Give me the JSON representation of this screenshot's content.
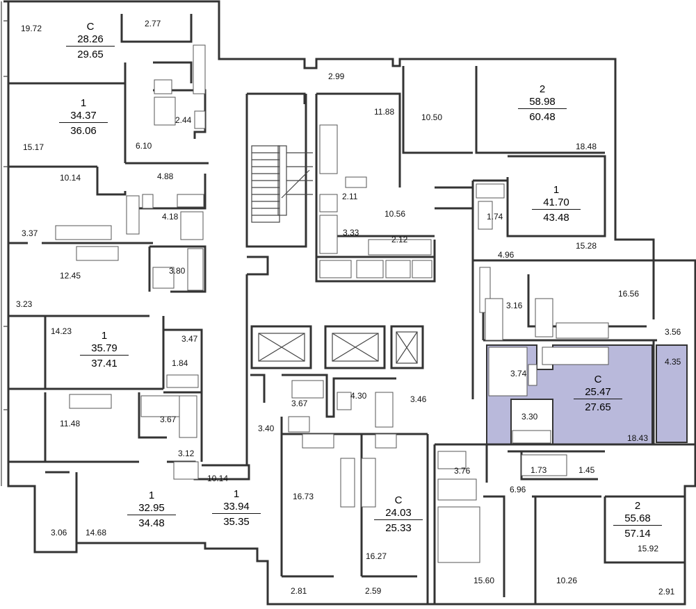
{
  "colors": {
    "highlight": "#b9b9db",
    "wall": "#333333",
    "background": "#ffffff"
  },
  "units": [
    {
      "type": "С",
      "living": "28.26",
      "total": "29.65"
    },
    {
      "type": "1",
      "living": "34.37",
      "total": "36.06"
    },
    {
      "type": "2",
      "living": "58.98",
      "total": "60.48"
    },
    {
      "type": "1",
      "living": "41.70",
      "total": "43.48"
    },
    {
      "type": "1",
      "living": "35.79",
      "total": "37.41"
    },
    {
      "type": "С",
      "living": "25.47",
      "total": "27.65"
    },
    {
      "type": "1",
      "living": "32.95",
      "total": "34.48"
    },
    {
      "type": "1",
      "living": "33.94",
      "total": "35.35"
    },
    {
      "type": "С",
      "living": "24.03",
      "total": "25.33"
    },
    {
      "type": "2",
      "living": "55.68",
      "total": "57.14"
    }
  ],
  "rooms": [
    "19.72",
    "2.77",
    "15.17",
    "6.10",
    "2.44",
    "10.14",
    "4.88",
    "4.18",
    "3.37",
    "12.45",
    "3.80",
    "3.23",
    "14.23",
    "3.47",
    "1.84",
    "11.48",
    "3.67",
    "3.12",
    "3.06",
    "14.68",
    "10.14",
    "2.99",
    "11.88",
    "10.50",
    "18.48",
    "2.11",
    "10.56",
    "3.33",
    "2.12",
    "1.74",
    "15.28",
    "4.96",
    "16.56",
    "3.16",
    "3.56",
    "4.35",
    "3.74",
    "3.30",
    "18.43",
    "3.67",
    "4.30",
    "3.46",
    "3.40",
    "16.73",
    "16.27",
    "3.76",
    "1.73",
    "1.45",
    "6.96",
    "2.81",
    "2.59",
    "15.60",
    "10.26",
    "15.92",
    "2.91"
  ]
}
